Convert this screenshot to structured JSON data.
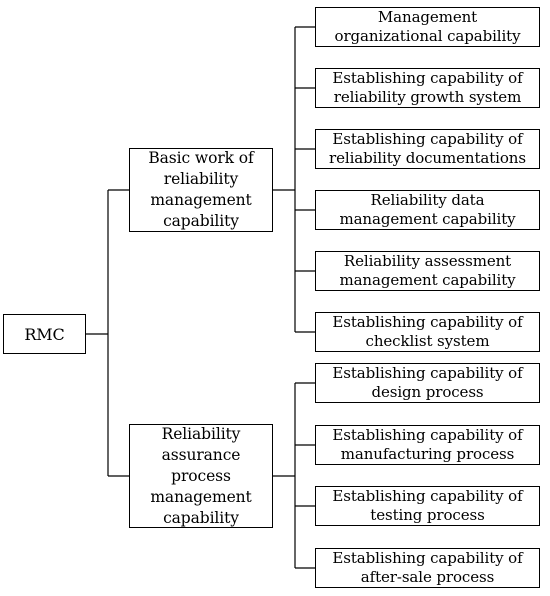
{
  "root": {
    "label": "RMC"
  },
  "branches": [
    {
      "label": "Basic work of\nreliability\nmanagement\ncapability",
      "children": [
        {
          "label": "Management\norganizational capability"
        },
        {
          "label": "Establishing capability of\nreliability growth system"
        },
        {
          "label": "Establishing capability of\nreliability documentations"
        },
        {
          "label": "Reliability data\nmanagement capability"
        },
        {
          "label": "Reliability assessment\nmanagement capability"
        },
        {
          "label": "Establishing capability of\nchecklist system"
        }
      ]
    },
    {
      "label": "Reliability\nassurance\nprocess\nmanagement\ncapability",
      "children": [
        {
          "label": "Establishing capability of\ndesign  process"
        },
        {
          "label": "Establishing capability of\nmanufacturing  process"
        },
        {
          "label": "Establishing capability of\ntesting process"
        },
        {
          "label": "Establishing capability of\nafter-sale process"
        }
      ]
    }
  ],
  "colors": {
    "line": "#000000",
    "box_border": "#000000",
    "background": "#ffffff"
  }
}
